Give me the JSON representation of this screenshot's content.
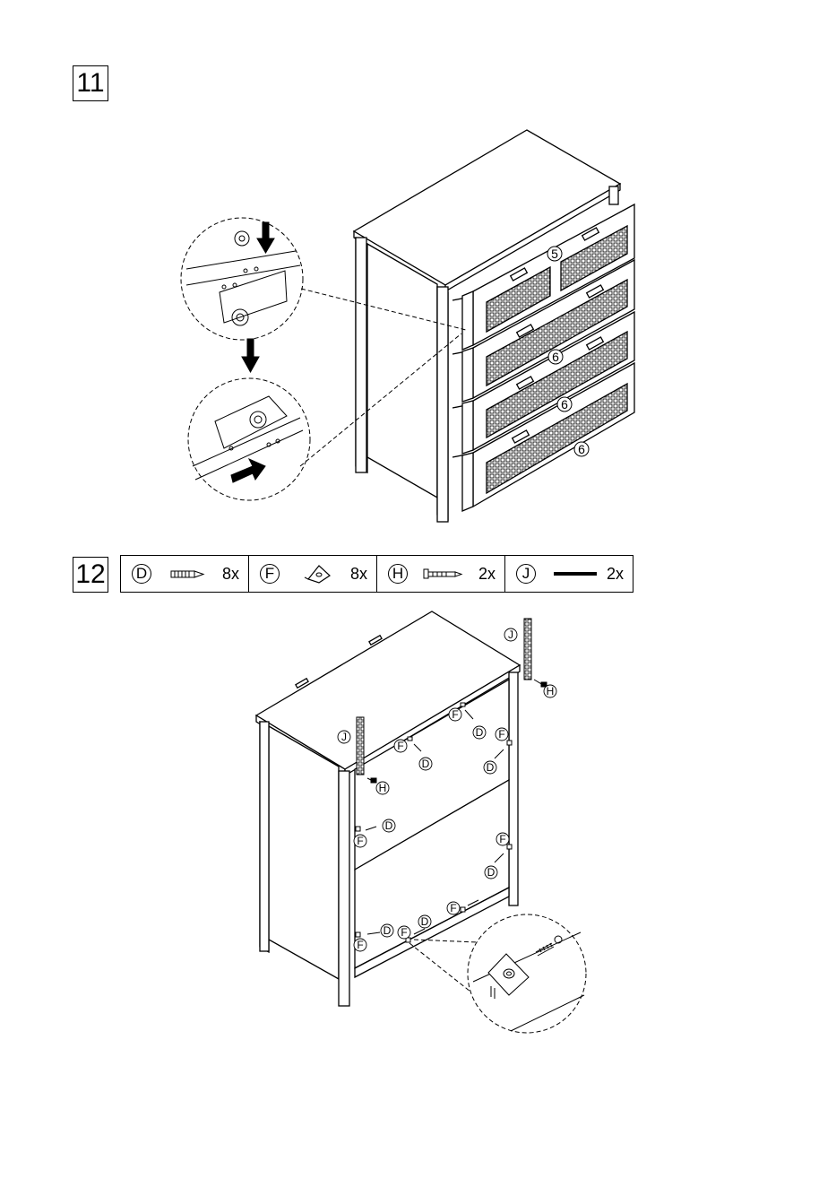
{
  "steps": {
    "step11": "11",
    "step12": "12"
  },
  "step11_labels": {
    "drawer_top": "5",
    "drawer_2": "6",
    "drawer_3": "6",
    "drawer_4": "6"
  },
  "parts": [
    {
      "letter": "D",
      "qty": "8x",
      "icon": "screw-icon"
    },
    {
      "letter": "F",
      "qty": "8x",
      "icon": "corner-bracket-icon"
    },
    {
      "letter": "H",
      "qty": "2x",
      "icon": "long-screw-icon"
    },
    {
      "letter": "J",
      "qty": "2x",
      "icon": "anti-tip-strap-icon"
    }
  ],
  "step12_labels": {
    "J": "J",
    "H": "H",
    "F": "F",
    "D": "D"
  }
}
